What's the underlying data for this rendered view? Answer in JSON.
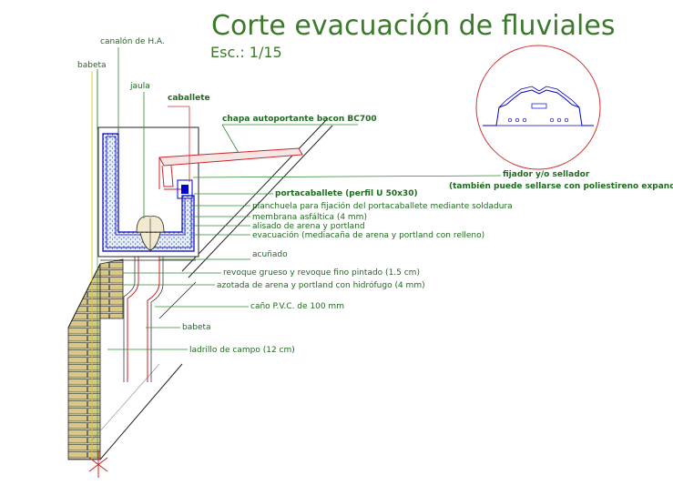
{
  "title": "Corte evacuación de fluviales",
  "scale": "Esc.: 1/15",
  "labels": {
    "canalon": "canalón de H.A.",
    "babeta_top": "babeta",
    "jaula": "jaula",
    "caballete": "caballete",
    "chapa": "chapa autoportante bacon BC700",
    "fijador": "fijador y/o sellador",
    "fijador_note": "(también puede sellarse con poliestireno expandido)",
    "portacaballete": "portacaballete (perfil U 50x30)",
    "planchuela": "planchuela para fijación del portacaballete mediante soldadura",
    "membrana": "membrana asfáltica (4 mm)",
    "alisado": "alisado de arena y portland",
    "evacuacion": "evacuación (mediacaña de arena y portland con relleno)",
    "acunado": "acuñado",
    "revoque": "revoque grueso y revoque fino pintado (1.5 cm)",
    "azotada": "azotada de arena y portland con hidrófugo (4 mm)",
    "cano": "caño P.V.C. de 100 mm",
    "babeta_bottom": "babeta",
    "ladrillo": "ladrillo de campo (12 cm)"
  },
  "colors": {
    "title": "#3a7a2a",
    "labels": "#1f6a1f",
    "leaders": "#2d8a2d",
    "concrete": "#0000cc",
    "roof": "#cc2222",
    "detail_circle": "#cc3333",
    "structure": "#222222",
    "wall_fill": "#d8c884"
  }
}
